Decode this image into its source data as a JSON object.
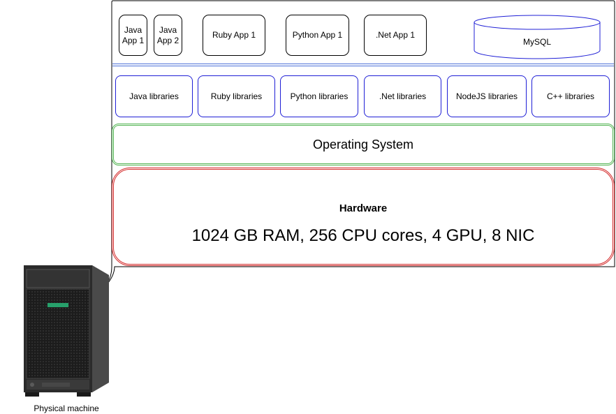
{
  "apps": [
    {
      "label": "Java\nApp 1"
    },
    {
      "label": "Java\nApp 2"
    },
    {
      "label": "Ruby App 1"
    },
    {
      "label": "Python App 1"
    },
    {
      "label": ".Net App 1"
    }
  ],
  "database": {
    "label": "MySQL",
    "icon": "database-cylinder-icon"
  },
  "libraries": [
    {
      "label": "Java libraries"
    },
    {
      "label": "Ruby libraries"
    },
    {
      "label": "Python libraries"
    },
    {
      "label": ".Net libraries"
    },
    {
      "label": "NodeJS libraries"
    },
    {
      "label": "C++ libraries"
    }
  ],
  "os": {
    "label": "Operating System"
  },
  "hardware": {
    "title": "Hardware",
    "specs": "1024 GB RAM, 256 CPU cores, 4 GPU, 8 NIC"
  },
  "machine": {
    "label": "Physical machine",
    "icon": "server-tower-icon"
  },
  "colors": {
    "library_border": "#1f1fd6",
    "separator": "#4a6fd8",
    "os_border": "#52b452",
    "hardware_border": "#d42a2a",
    "app_border": "#000000"
  }
}
